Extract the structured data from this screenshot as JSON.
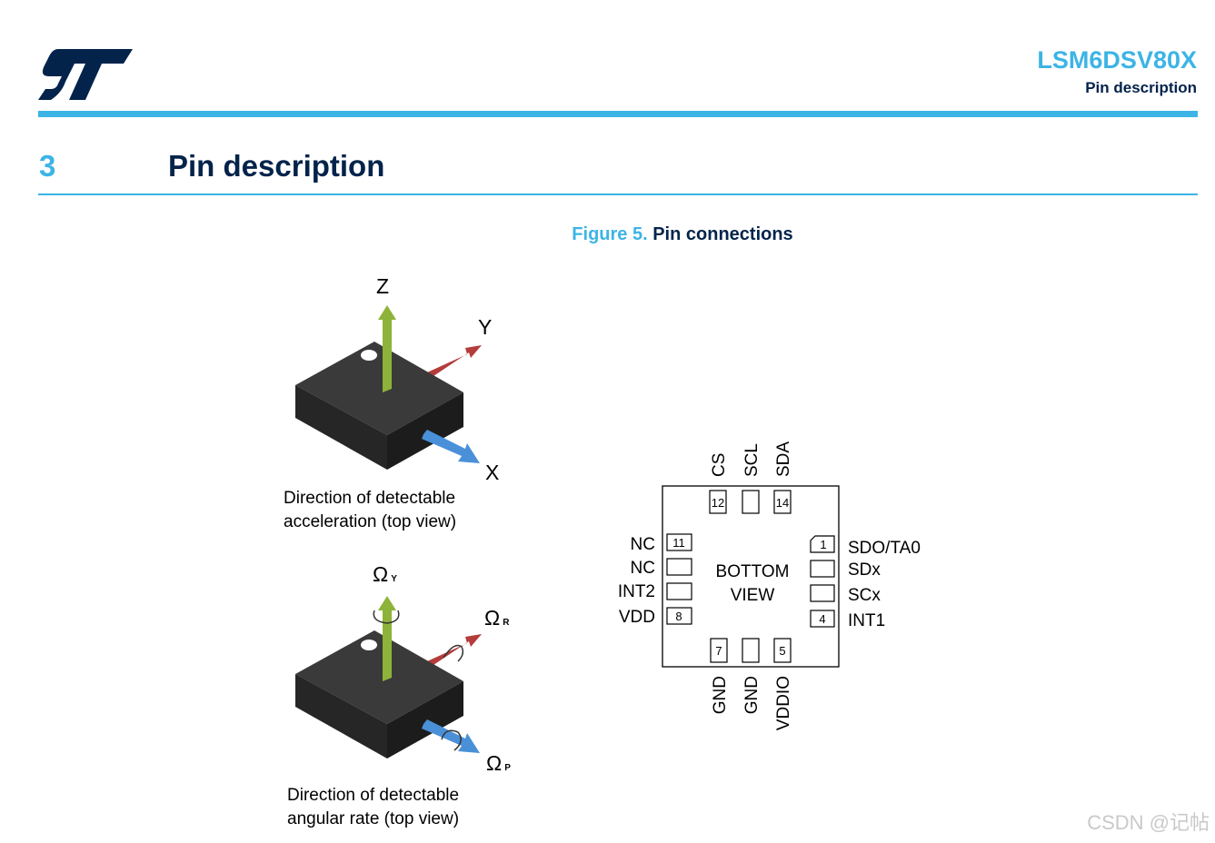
{
  "header": {
    "logo": "st-logo",
    "doc_title": "LSM6DSV80X",
    "doc_subtitle": "Pin description",
    "accent_color": "#3cb4e5",
    "heading_color": "#03234b"
  },
  "section": {
    "number": "3",
    "title": "Pin description"
  },
  "figure": {
    "number": "Figure 5.",
    "title": "Pin connections",
    "accel": {
      "axes": {
        "z": "Z",
        "y": "Y",
        "x": "X"
      },
      "caption_line1": "Direction of detectable",
      "caption_line2": "acceleration (top view)"
    },
    "gyro": {
      "axes": {
        "y": "Ω",
        "y_sub": "Y",
        "r": "Ω",
        "r_sub": "R",
        "p": "Ω",
        "p_sub": "P"
      },
      "caption_line1": "Direction of detectable",
      "caption_line2": "angular rate (top view)"
    },
    "package": {
      "center_line1": "BOTTOM",
      "center_line2": "VIEW",
      "top_pins": [
        {
          "label": "CS",
          "number": "12"
        },
        {
          "label": "SCL",
          "number": ""
        },
        {
          "label": "SDA",
          "number": "14"
        }
      ],
      "left_pins": [
        {
          "label": "NC",
          "number": "11"
        },
        {
          "label": "NC",
          "number": ""
        },
        {
          "label": "INT2",
          "number": ""
        },
        {
          "label": "VDD",
          "number": "8"
        }
      ],
      "right_pins": [
        {
          "label": "SDO/TA0",
          "number": "1"
        },
        {
          "label": "SDx",
          "number": ""
        },
        {
          "label": "SCx",
          "number": ""
        },
        {
          "label": "INT1",
          "number": "4"
        }
      ],
      "bottom_pins": [
        {
          "label": "GND",
          "number": "7"
        },
        {
          "label": "GND",
          "number": ""
        },
        {
          "label": "VDDIO",
          "number": "5"
        }
      ]
    }
  },
  "watermark": "CSDN @记帖"
}
